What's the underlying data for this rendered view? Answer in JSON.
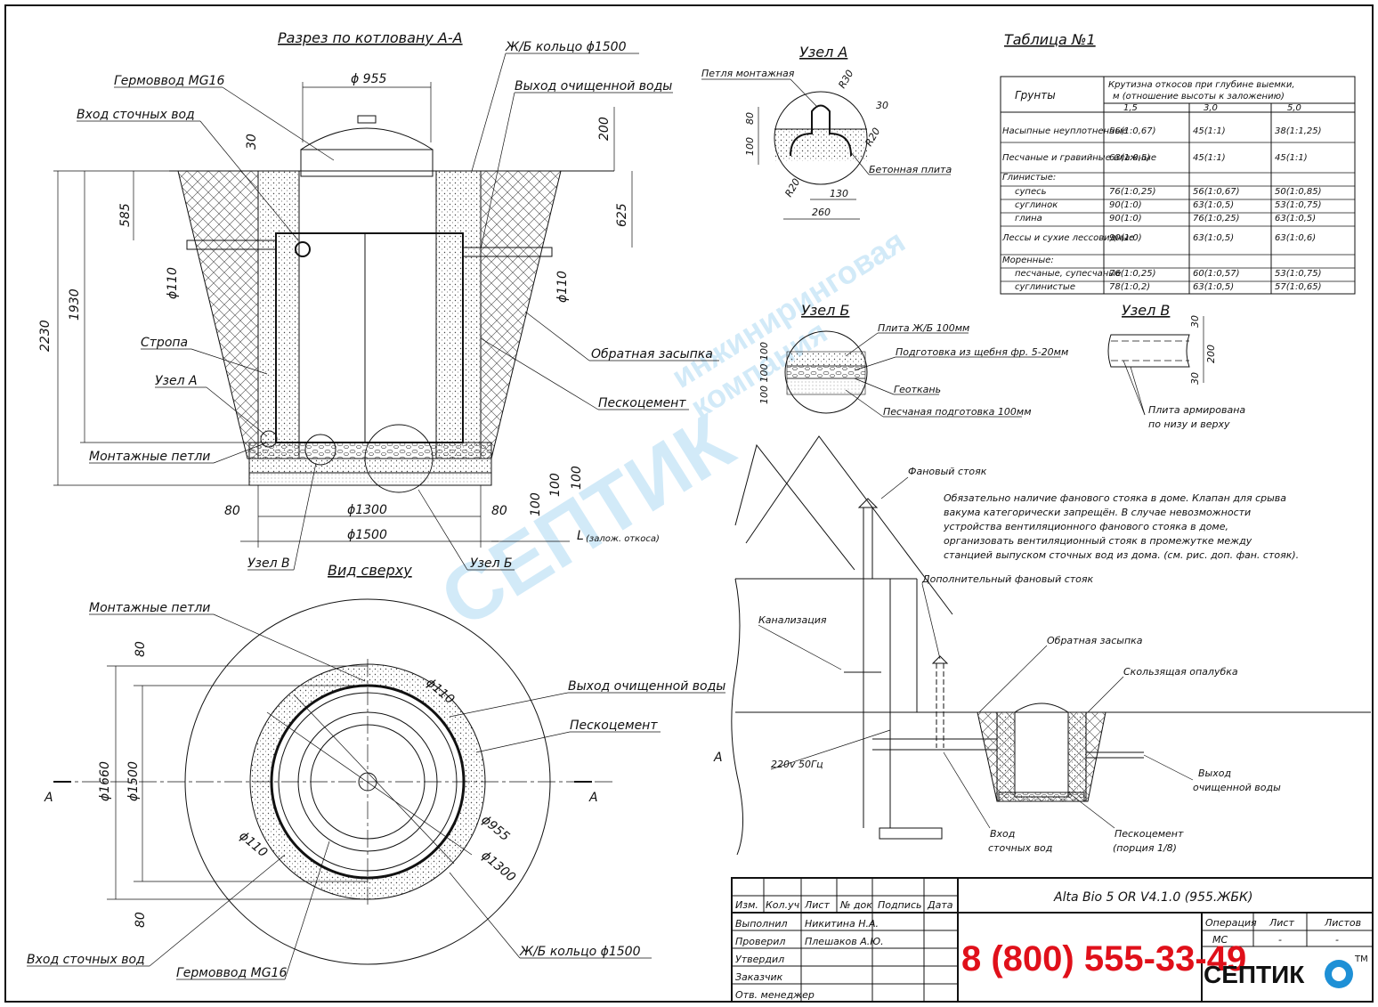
{
  "section": {
    "title": "Разрез по котловану А-А",
    "labels": {
      "germovvod": "Гермоввод MG16",
      "vhod": "Вход сточных вод",
      "ring": "Ж/Б кольцо ϕ1500",
      "vyhod": "Выход очищенной воды",
      "stropa": "Стропа",
      "uzelA": "Узел А",
      "petli": "Монтажные петли",
      "zasypka": "Обратная засыпка",
      "peskocement": "Пескоцемент",
      "uzelV": "Узел В",
      "uzelB": "Узел Б"
    },
    "dims": {
      "d955": "ϕ 955",
      "d30": "30",
      "d200": "200",
      "d585": "585",
      "d625": "625",
      "d2230": "2230",
      "d1930": "1930",
      "d110a": "ϕ110",
      "d110b": "ϕ110",
      "d80a": "80",
      "d80b": "80",
      "d1300": "ϕ1300",
      "d1500": "ϕ1500",
      "d100a": "100",
      "d100b": "100",
      "d100c": "100",
      "L": "L",
      "Lsub": "(залож. откоса)"
    }
  },
  "top_view": {
    "title": "Вид сверху",
    "labels": {
      "petli": "Монтажные петли",
      "vyhod": "Выход очищенной воды",
      "peskocement": "Пескоцемент",
      "vhod": "Вход сточных вод",
      "germovvod": "Гермоввод MG16",
      "ring": "Ж/Б кольцо ϕ1500"
    },
    "dims": {
      "d80a": "80",
      "d80b": "80",
      "d1660": "ϕ1660",
      "d1500": "ϕ1500",
      "d110a": "ϕ110",
      "d110b": "ϕ110",
      "d955": "ϕ955",
      "d1300": "ϕ1300",
      "A": "А"
    }
  },
  "uzelA": {
    "title": "Узел А",
    "petlya": "Петля монтажная",
    "plita": "Бетонная плита",
    "dims": {
      "r30": "R30",
      "d30": "30",
      "r20a": "R20",
      "r20b": "R20",
      "d80": "80",
      "d100": "100",
      "d130": "130",
      "d260": "260"
    }
  },
  "uzelB": {
    "title": "Узел Б",
    "layers": [
      "Плита Ж/Б 100мм",
      "Подготовка из щебня фр. 5-20мм",
      "Геоткань",
      "Песчаная подготовка 100мм"
    ],
    "dims": "100 100 100"
  },
  "uzelV": {
    "title": "Узел В",
    "note1": "Плита армирована",
    "note2": "по низу и верху",
    "dims": {
      "d30a": "30",
      "d200": "200",
      "d30b": "30"
    }
  },
  "table": {
    "title": "Таблица №1",
    "header_soil": "Грунты",
    "header_slope1": "Крутизна откосов при глубине выемки,",
    "header_slope2": "м (отношение высоты к заложению)",
    "depths": [
      "1,5",
      "3,0",
      "5,0"
    ],
    "rows": [
      {
        "soil": "Насыпные неуплотненные",
        "v": [
          "56(1:0,67)",
          "45(1:1)",
          "38(1:1,25)"
        ]
      },
      {
        "soil": "Песчаные и гравийные влажные",
        "v": [
          "63(1:0,5)",
          "45(1:1)",
          "45(1:1)"
        ]
      },
      {
        "soil": "Глинистые:",
        "v": [
          "",
          "",
          ""
        ]
      },
      {
        "soil": "супесь",
        "v": [
          "76(1:0,25)",
          "56(1:0,67)",
          "50(1:0,85)"
        ]
      },
      {
        "soil": "суглинок",
        "v": [
          "90(1:0)",
          "63(1:0,5)",
          "53(1:0,75)"
        ]
      },
      {
        "soil": "глина",
        "v": [
          "90(1:0)",
          "76(1:0,25)",
          "63(1:0,5)"
        ]
      },
      {
        "soil": "Лессы и сухие лессовидные",
        "v": [
          "90(1:0)",
          "63(1:0,5)",
          "63(1:0,6)"
        ]
      },
      {
        "soil": "Моренные:",
        "v": [
          "",
          "",
          ""
        ]
      },
      {
        "soil": "песчаные, супесчаные",
        "v": [
          "76(1:0,25)",
          "60(1:0,57)",
          "53(1:0,75)"
        ]
      },
      {
        "soil": "суглинистые",
        "v": [
          "78(1:0,2)",
          "63(1:0,5)",
          "57(1:0,65)"
        ]
      }
    ]
  },
  "house": {
    "fan": "Фановый стояк",
    "note": [
      "Обязательно наличие фанового стояка в доме. Клапан для срыва",
      "вакума категорически запрещён. В случае невозможности",
      "устройства вентиляционного фанового стояка в доме,",
      "организовать вентиляционный стояк в промежутке между",
      "станцией выпуском сточных вод из дома. (см. рис. доп. фан. стояк)."
    ],
    "dop_fan": "Дополнительный фановый стояк",
    "kanal": "Канализация",
    "zasypka": "Обратная засыпка",
    "opalubka": "Скользящая опалубка",
    "power": "220v 50Гц",
    "vyhod1": "Выход",
    "vyhod2": "очищенной воды",
    "vhod1": "Вход",
    "vhod2": "сточных вод",
    "pesk1": "Пескоцемент",
    "pesk2": "(порция 1/8)",
    "A": "А"
  },
  "watermark": {
    "brand": "СЕПТИК",
    "sub1": "инжиниринговая",
    "sub2": "компания"
  },
  "titleblock": {
    "headers": [
      "Изм.",
      "Кол.уч",
      "Лист",
      "№ док",
      "Подпись",
      "Дата"
    ],
    "roles": [
      "Выполнил",
      "Проверил",
      "Утвердил",
      "Заказчик",
      "Отв. менеджер"
    ],
    "names": [
      "Никитина Н.А.",
      "Плешаков А.Ю.",
      "",
      "",
      ""
    ],
    "product": "Alta Bio 5 OR V4.1.0 (955.ЖБК)",
    "phone": "8 (800) 555-33-49",
    "op_headers": [
      "Операция",
      "Лист",
      "Листов"
    ],
    "op_values": [
      "МС",
      "-",
      "-"
    ],
    "logo": "СЕПТИК",
    "tm": "ТМ"
  },
  "colors": {
    "phone": "#e0101a",
    "logo_o": "#1e90d6",
    "watermark": "#7fc4ec"
  }
}
